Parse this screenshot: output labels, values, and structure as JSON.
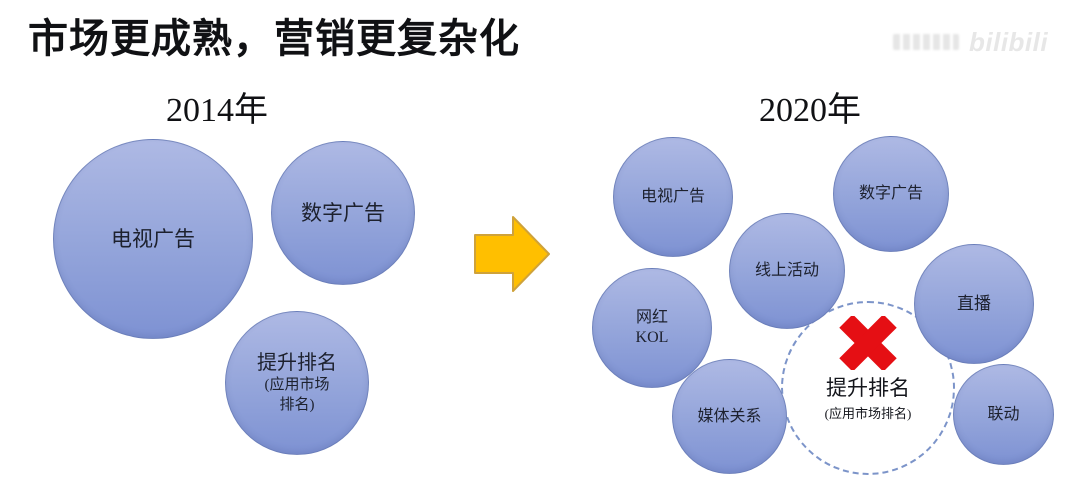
{
  "slide": {
    "title": "市场更成熟，营销更复杂化",
    "watermark_logo": "bilibili"
  },
  "colors": {
    "bubble_gradient_top": "#aeb9e4",
    "bubble_gradient_bottom": "#7e92d3",
    "bubble_border": "#5e71ac",
    "arrow_fill": "#ffbf00",
    "arrow_stroke": "#cfa23a",
    "x_mark_red": "#e50f14",
    "dashed_circle_border": "#7c94c9",
    "text": "#101114"
  },
  "panel_2014": {
    "year": "2014年",
    "tv_ads": "电视广告",
    "digital_ads": "数字广告",
    "ranking": "提升排名",
    "ranking_sub_line1": "(应用市场",
    "ranking_sub_line2": "排名)"
  },
  "panel_2020": {
    "year": "2020年",
    "tv_ads": "电视广告",
    "digital_ads": "数字广告",
    "online_events": "线上活动",
    "kol_line1": "网红",
    "kol_line2": "KOL",
    "live_streaming": "直播",
    "media_relations": "媒体关系",
    "linkage": "联动",
    "ranking_crossed": "提升排名",
    "ranking_crossed_sub": "(应用市场排名)"
  }
}
